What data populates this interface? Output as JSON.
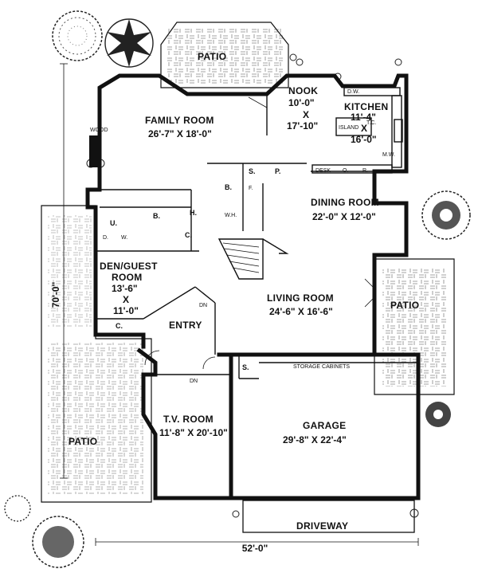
{
  "rooms": {
    "patio_top": "PATIO",
    "family_room": "FAMILY ROOM",
    "family_room_dim": "26'-7\" X 18'-0\"",
    "nook": "NOOK",
    "nook_dim1": "10'-0\"",
    "nook_x": "X",
    "nook_dim2": "17'-10\"",
    "kitchen": "KITCHEN",
    "kitchen_dim1": "11'-4\"",
    "kitchen_x": "X",
    "kitchen_dim2": "16'-0\"",
    "dining_room": "DINING ROOM",
    "dining_dim": "22'-0\" X 12'-0\"",
    "den": "DEN/GUEST",
    "den2": "ROOM",
    "den_dim1": "13'-6\"",
    "den_x": "X",
    "den_dim2": "11'-0\"",
    "living_room": "LIVING ROOM",
    "living_dim": "24'-6\" X 16'-6\"",
    "patio_right": "PATIO",
    "entry": "ENTRY",
    "tv_room": "T.V. ROOM",
    "tv_dim": "11'-8\" X 20'-10\"",
    "garage": "GARAGE",
    "garage_dim": "29'-8\" X 22'-4\"",
    "patio_left": "PATIO",
    "driveway": "DRIVEWAY"
  },
  "fixtures": {
    "wood": "WOOD",
    "dw": "D.W.",
    "island": "ISLAND",
    "tc": "T.C.",
    "mw": "M.W.",
    "desk": "DESK",
    "o": "O.",
    "r": "R.",
    "s1": "S.",
    "p": "P.",
    "b_small": "B.",
    "f": "F.",
    "wh": "W.H.",
    "u": "U.",
    "b": "B.",
    "h": "H.",
    "c1": "C.",
    "d": "D.",
    "w": "W.",
    "c2": "C.",
    "s2": "S.",
    "storage": "STORAGE CABINETS",
    "dn1": "DN",
    "dn2": "DN"
  },
  "dimensions": {
    "depth": "70'-0\"",
    "width": "52'-0\""
  }
}
